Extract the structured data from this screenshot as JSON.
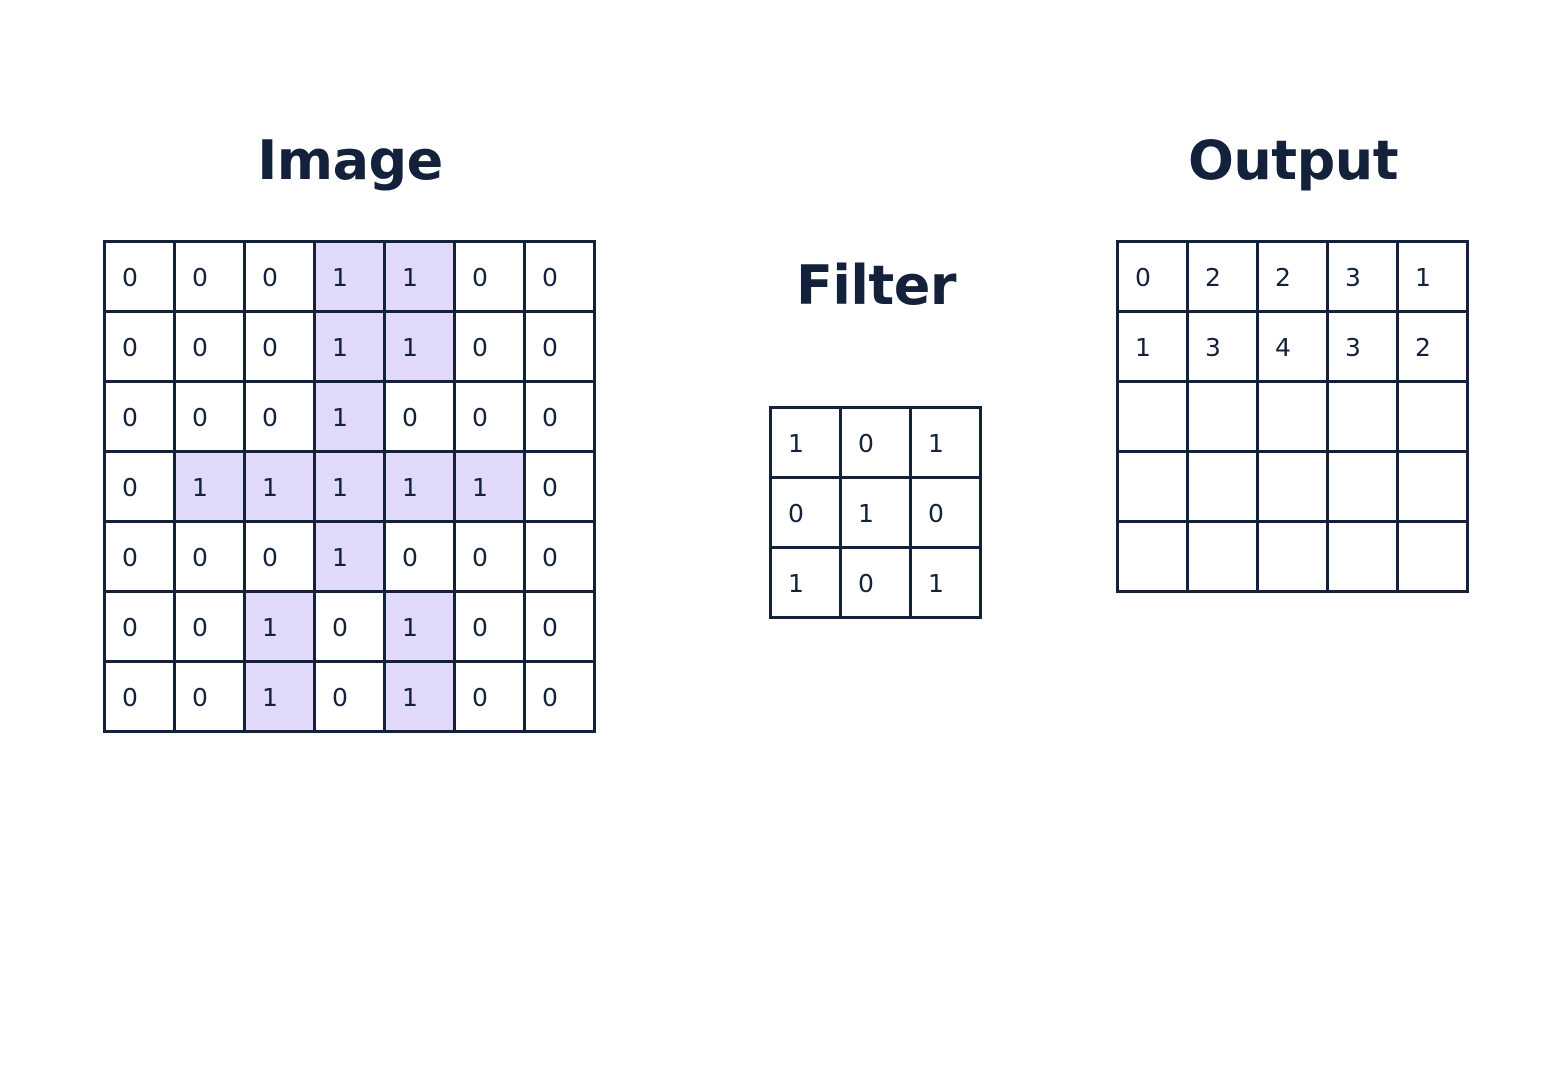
{
  "image": {
    "title": "Image",
    "rows": [
      [
        "0",
        "0",
        "0",
        "1",
        "1",
        "0",
        "0"
      ],
      [
        "0",
        "0",
        "0",
        "1",
        "1",
        "0",
        "0"
      ],
      [
        "0",
        "0",
        "0",
        "1",
        "0",
        "0",
        "0"
      ],
      [
        "0",
        "1",
        "1",
        "1",
        "1",
        "1",
        "0"
      ],
      [
        "0",
        "0",
        "0",
        "1",
        "0",
        "0",
        "0"
      ],
      [
        "0",
        "0",
        "1",
        "0",
        "1",
        "0",
        "0"
      ],
      [
        "0",
        "0",
        "1",
        "0",
        "1",
        "0",
        "0"
      ]
    ],
    "highlight_color": "#e0d9fa"
  },
  "filter": {
    "title": "Filter",
    "rows": [
      [
        "1",
        "0",
        "1"
      ],
      [
        "0",
        "1",
        "0"
      ],
      [
        "1",
        "0",
        "1"
      ]
    ]
  },
  "output": {
    "title": "Output",
    "rows": [
      [
        "0",
        "2",
        "2",
        "3",
        "1"
      ],
      [
        "1",
        "3",
        "4",
        "3",
        "2"
      ],
      [
        "",
        "",
        "",
        "",
        ""
      ],
      [
        "",
        "",
        "",
        "",
        ""
      ],
      [
        "",
        "",
        "",
        "",
        ""
      ]
    ]
  },
  "colors": {
    "line": "#14213a",
    "text": "#14213a",
    "background": "#ffffff"
  }
}
